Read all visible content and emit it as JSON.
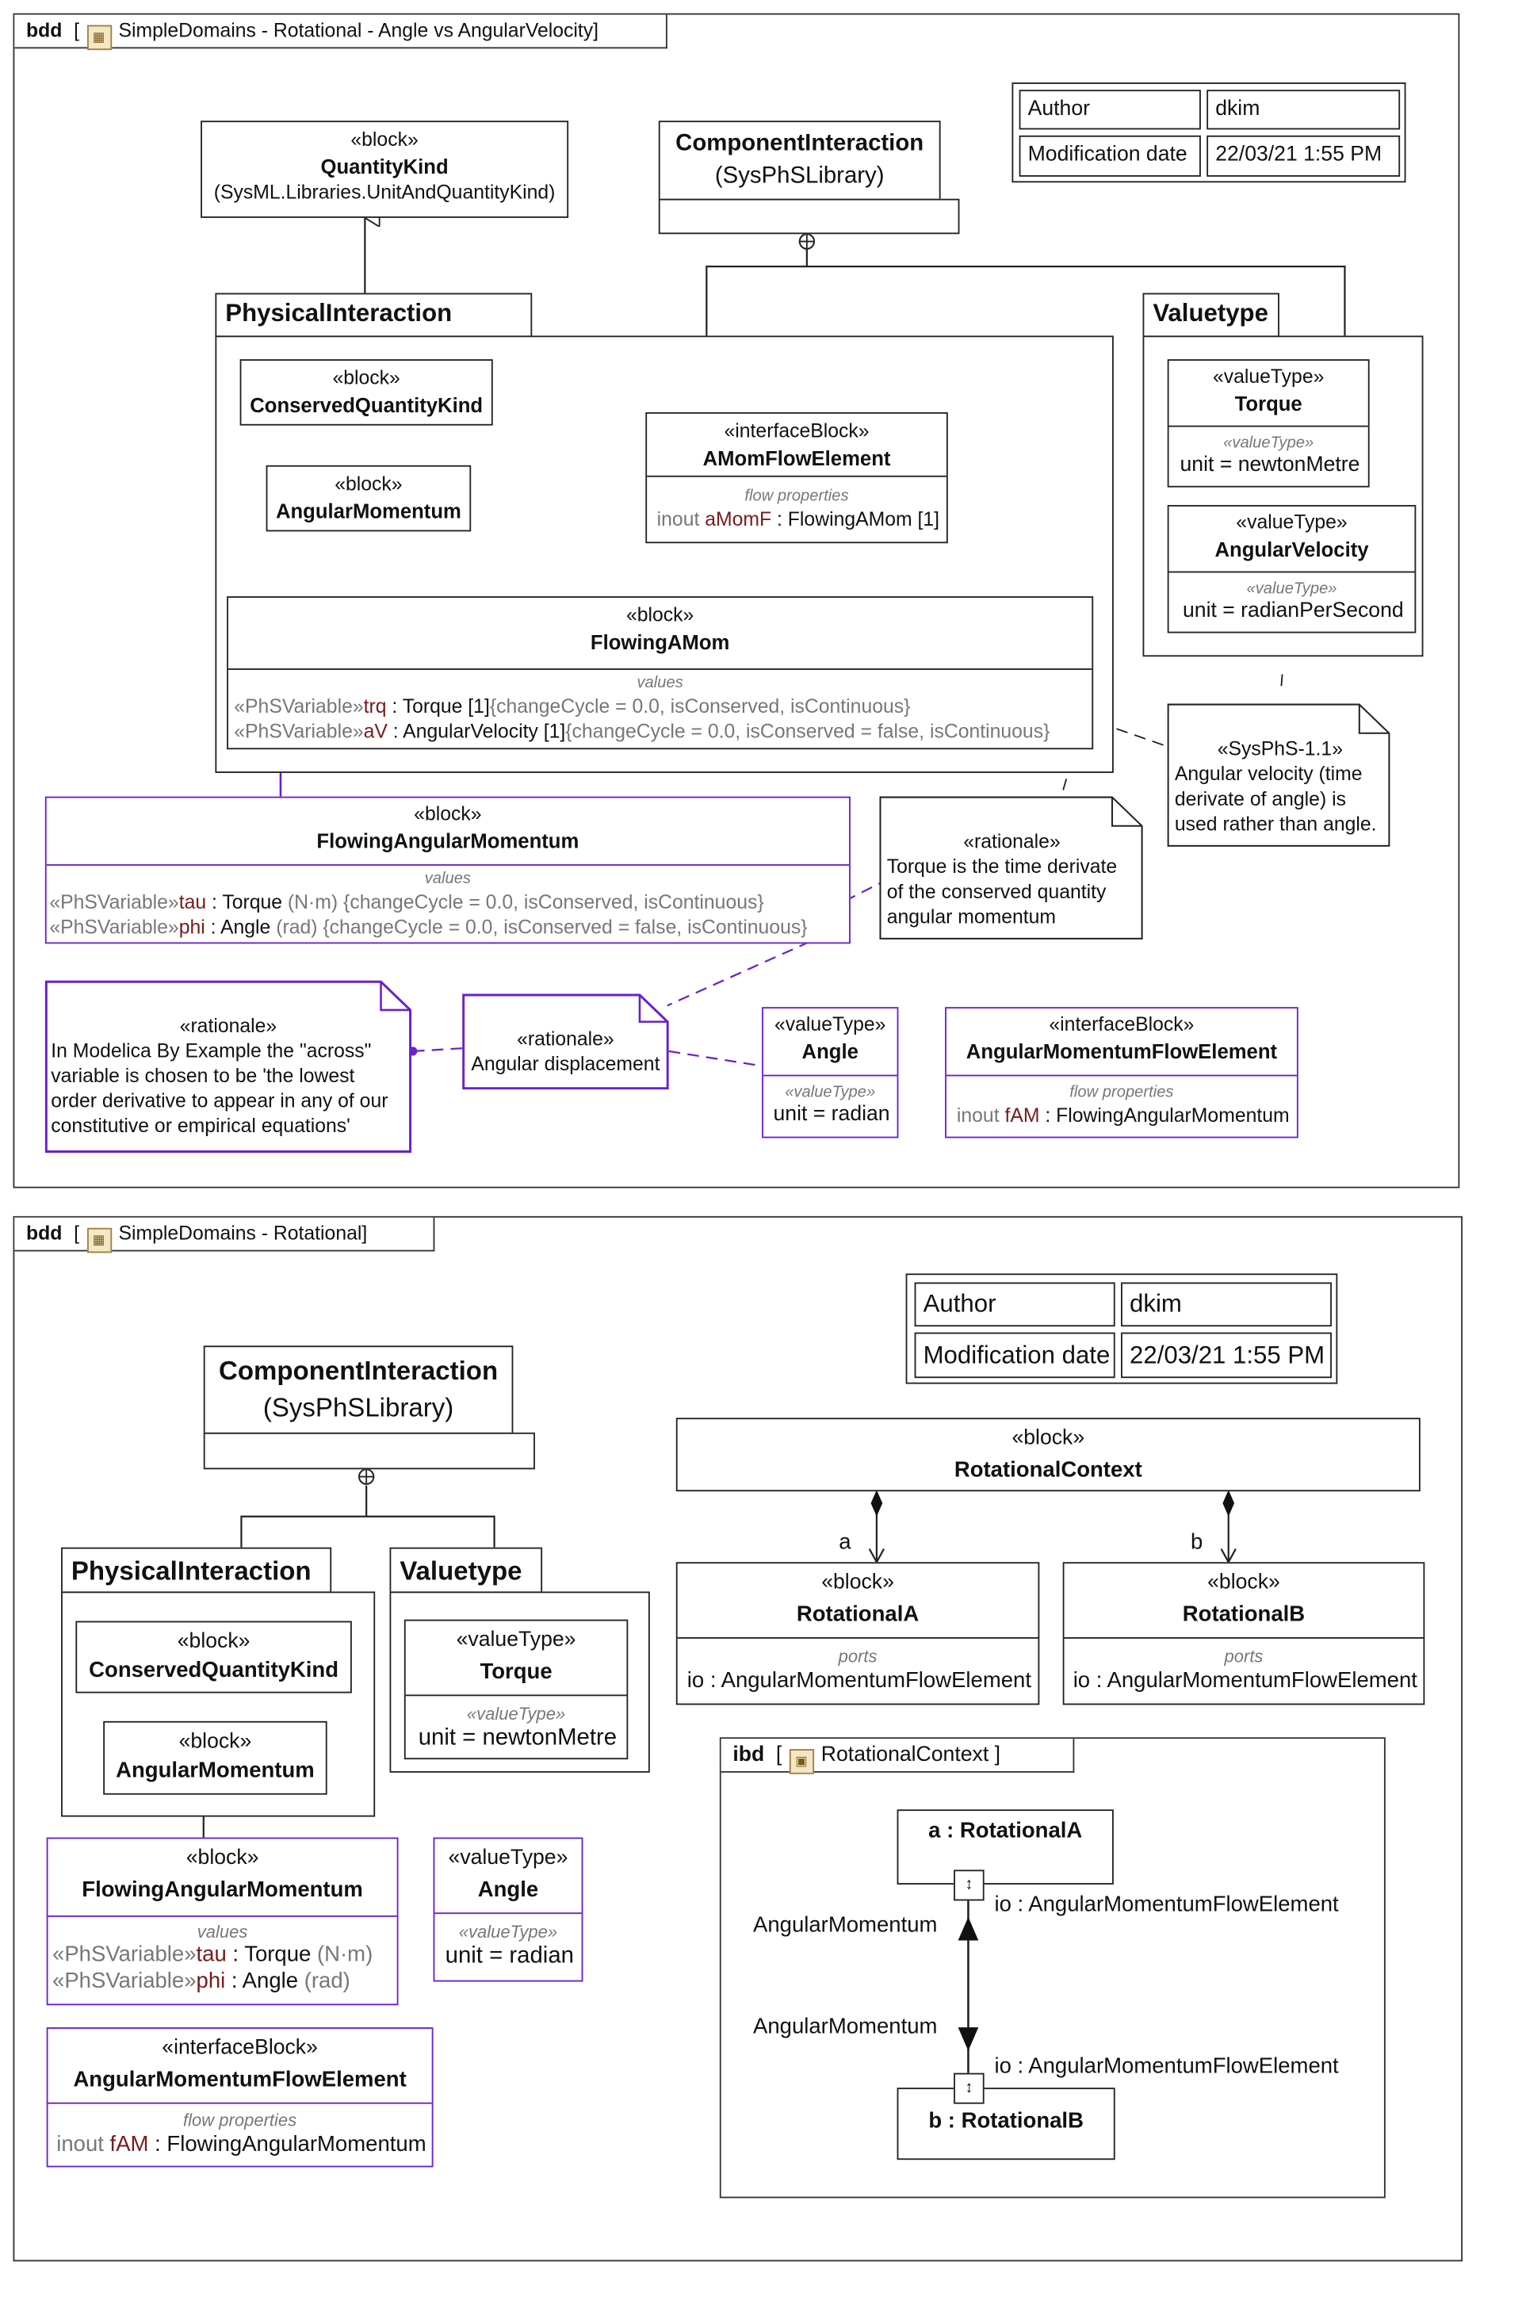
{
  "top": {
    "kind": "bdd",
    "title": "SimpleDomains - Rotational - Angle vs AngularVelocity]",
    "author_label": "Author",
    "author": "dkim",
    "moddate_label": "Modification date",
    "moddate": "22/03/21 1:55 PM",
    "quantitykind": {
      "st": "«block»",
      "name": "QuantityKind",
      "sub": "(SysML.Libraries.UnitAndQuantityKind)"
    },
    "compint": {
      "name": "ComponentInteraction",
      "sub": "(SysPhSLibrary)"
    },
    "physint": "PhysicalInteraction",
    "valuetype": "Valuetype",
    "cqk": {
      "st": "«block»",
      "name": "ConservedQuantityKind"
    },
    "am": {
      "st": "«block»",
      "name": "AngularMomentum"
    },
    "amfe": {
      "st": "«interfaceBlock»",
      "name": "AMomFlowElement",
      "ct": "flow properties",
      "p1": "inout ",
      "p2": "aMomF",
      "p3": " : FlowingAMom [1]"
    },
    "torque": {
      "st": "«valueType»",
      "name": "Torque",
      "ct": "«valueType»",
      "val": "unit = newtonMetre"
    },
    "angvel": {
      "st": "«valueType»",
      "name": "AngularVelocity",
      "ct": "«valueType»",
      "val": "unit = radianPerSecond"
    },
    "fam": {
      "st": "«block»",
      "name": "FlowingAMom",
      "ct": "values",
      "r1a": "«PhSVariable»",
      "r1b": "trq",
      "r1c": " : Torque [1]",
      "r1d": "{changeCycle = 0.0, isConserved, isContinuous}",
      "r2a": "«PhSVariable»",
      "r2b": "aV",
      "r2c": " : AngularVelocity [1]",
      "r2d": "{changeCycle = 0.0, isConserved = false, isContinuous}"
    },
    "sysphs": {
      "st": "«SysPhS-1.1»",
      "text": "Angular velocity (time derivate of angle) is used rather than angle."
    },
    "fangm": {
      "st": "«block»",
      "name": "FlowingAngularMomentum",
      "ct": "values",
      "r1a": "«PhSVariable»",
      "r1b": "tau",
      "r1c": " : Torque ",
      "r1u": "(N·m)",
      "r1d": " {changeCycle = 0.0, isConserved, isContinuous}",
      "r2a": "«PhSVariable»",
      "r2b": "phi",
      "r2c": " : Angle ",
      "r2u": "(rad)",
      "r2d": " {changeCycle = 0.0, isConserved = false, isContinuous}"
    },
    "rat1": {
      "st": "«rationale»",
      "text": "Torque is the time derivate of the conserved quantity angular momentum"
    },
    "rat2": {
      "st": "«rationale»",
      "text": "In Modelica By Example the \"across\" variable is chosen to be 'the lowest order derivative to appear in any of our constitutive or empirical equations'"
    },
    "rat3": {
      "st": "«rationale»",
      "text": "Angular displacement"
    },
    "angle": {
      "st": "«valueType»",
      "name": "Angle",
      "ct": "«valueType»",
      "val": "unit = radian"
    },
    "amfe2": {
      "st": "«interfaceBlock»",
      "name": "AngularMomentumFlowElement",
      "ct": "flow properties",
      "p1": "inout ",
      "p2": "fAM",
      "p3": " : FlowingAngularMomentum"
    }
  },
  "bottom": {
    "kind": "bdd",
    "title": "SimpleDomains - Rotational]",
    "author_label": "Author",
    "author": "dkim",
    "moddate_label": "Modification date",
    "moddate": "22/03/21 1:55 PM",
    "compint": {
      "name": "ComponentInteraction",
      "sub": "(SysPhSLibrary)"
    },
    "physint": "PhysicalInteraction",
    "valuetype": "Valuetype",
    "cqk": {
      "st": "«block»",
      "name": "ConservedQuantityKind"
    },
    "am": {
      "st": "«block»",
      "name": "AngularMomentum"
    },
    "torque": {
      "st": "«valueType»",
      "name": "Torque",
      "ct": "«valueType»",
      "val": "unit = newtonMetre"
    },
    "fangm": {
      "st": "«block»",
      "name": "FlowingAngularMomentum",
      "ct": "values",
      "r1a": "«PhSVariable»",
      "r1b": "tau",
      "r1c": " : Torque ",
      "r1u": "(N·m)",
      "r2a": "«PhSVariable»",
      "r2b": "phi",
      "r2c": " : Angle ",
      "r2u": "(rad)"
    },
    "angle": {
      "st": "«valueType»",
      "name": "Angle",
      "ct": "«valueType»",
      "val": "unit = radian"
    },
    "amfe": {
      "st": "«interfaceBlock»",
      "name": "AngularMomentumFlowElement",
      "ct": "flow properties",
      "p1": "inout ",
      "p2": "fAM",
      "p3": " : FlowingAngularMomentum"
    },
    "rctx": {
      "st": "«block»",
      "name": "RotationalContext"
    },
    "role_a": "a",
    "role_b": "b",
    "ra": {
      "st": "«block»",
      "name": "RotationalA",
      "ct": "ports",
      "port": "io : AngularMomentumFlowElement"
    },
    "rb": {
      "st": "«block»",
      "name": "RotationalB",
      "ct": "ports",
      "port": "io : AngularMomentumFlowElement"
    },
    "ibd": {
      "kind": "ibd",
      "title": "RotationalContext ]",
      "pa": "a : RotationalA",
      "pb": "b : RotationalB",
      "ioa": "io : AngularMomentumFlowElement",
      "iob": "io : AngularMomentumFlowElement",
      "flow1": "AngularMomentum",
      "flow2": "AngularMomentum"
    }
  }
}
